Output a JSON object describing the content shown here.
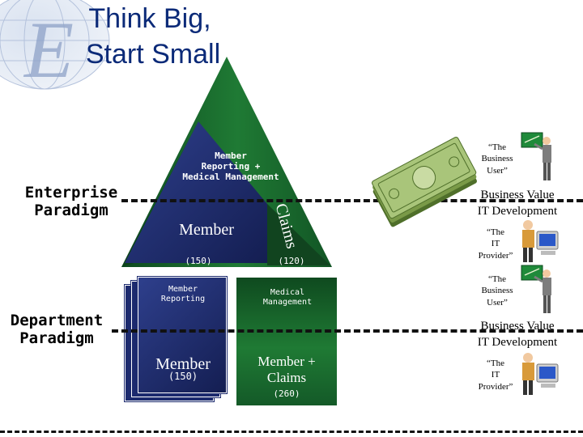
{
  "title": {
    "line1": "Think Big,",
    "line2": "Start Small"
  },
  "enterprise": {
    "label_line1": "Enterprise",
    "label_line2": "Paradigm",
    "apex_text_line1": "Member",
    "apex_text_line2": "Reporting +",
    "apex_text_line3": "Medical Management",
    "member_label": "Member",
    "claims_label": "Claims",
    "member_count": "(150)",
    "claims_count": "(120)"
  },
  "department": {
    "label_line1": "Department",
    "label_line2": "Paradigm",
    "stack_top_line1": "Member",
    "stack_top_line2": "Reporting",
    "stack_bottom_label": "Member",
    "stack_bottom_count": "(150)",
    "box_top_line1": "Medical",
    "box_top_line2": "Management",
    "box_bottom_line1": "Member +",
    "box_bottom_line2": "Claims",
    "box_bottom_count": "(260)"
  },
  "top_right": {
    "user_line1": "“The",
    "user_line2": "Business",
    "user_line3": "User”",
    "bv_line1": "Business Value",
    "bv_line2": "IT Development",
    "provider_line1": "“The",
    "provider_line2": "IT",
    "provider_line3": "Provider”"
  },
  "bottom_right": {
    "user_line1": "“The",
    "user_line2": "Business",
    "user_line3": "User”",
    "bv_line1": "Business Value",
    "bv_line2": "IT Development",
    "provider_line1": "“The",
    "provider_line2": "IT",
    "provider_line3": "Provider”"
  },
  "colors": {
    "title": "#0b2a78",
    "pyramid_dark_green": "#0d4a1d",
    "pyramid_green": "#1f7a34",
    "navy": "#1c2a6e",
    "money_green": "#6a8f3a"
  }
}
